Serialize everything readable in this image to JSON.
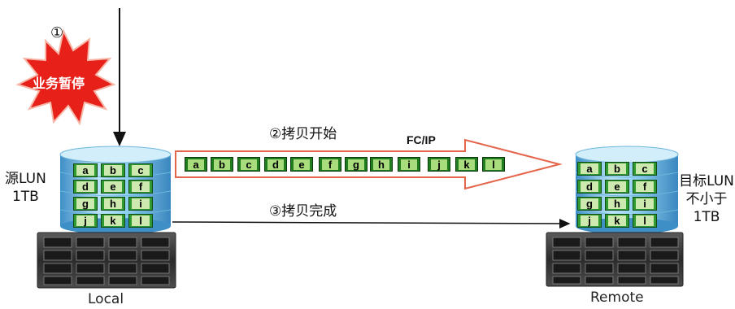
{
  "event": {
    "number": "①",
    "text": "业务暂停"
  },
  "local": {
    "lun_name": "源LUN",
    "lun_size": "1TB",
    "caption": "Local"
  },
  "remote": {
    "lun_line1": "目标LUN",
    "lun_line2": "不小于",
    "lun_line3": "1TB",
    "caption": "Remote"
  },
  "copy_start": {
    "label": "②拷贝开始",
    "protocol": "FC/IP",
    "packets": [
      "a",
      "b",
      "c",
      "d",
      "e",
      "f",
      "g",
      "h",
      "i",
      "j",
      "k",
      "l"
    ]
  },
  "copy_done": {
    "label": "③拷贝完成"
  },
  "lun_blocks": [
    "a",
    "b",
    "c",
    "d",
    "e",
    "f",
    "g",
    "h",
    "i",
    "j",
    "k",
    "l"
  ],
  "colors": {
    "block": "#2f9a2f",
    "block_fill": "#cde9b0",
    "burst": "#e8201a",
    "arrow_outline": "#e5654a",
    "disk": "#7fc1e2"
  }
}
